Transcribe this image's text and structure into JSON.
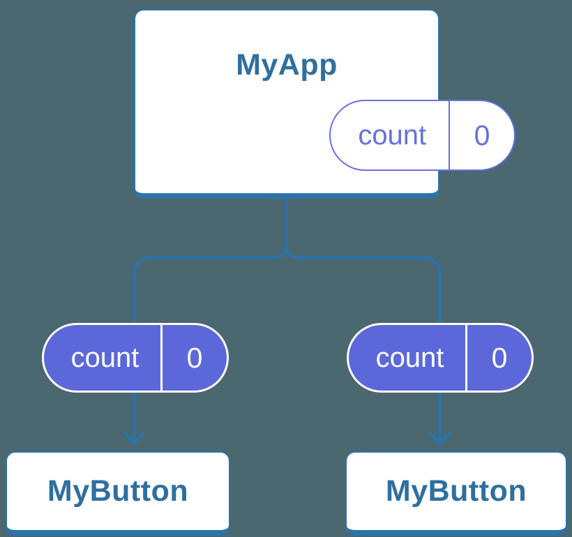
{
  "diagram": {
    "type": "component-tree",
    "root": {
      "label": "MyApp",
      "state": {
        "name": "count",
        "value": "0"
      }
    },
    "children": [
      {
        "label": "MyButton",
        "prop": {
          "name": "count",
          "value": "0"
        }
      },
      {
        "label": "MyButton",
        "prop": {
          "name": "count",
          "value": "0"
        }
      }
    ]
  },
  "colors": {
    "bg": "#4b6770",
    "line": "#2b74a9",
    "heading": "#2e6f9f",
    "purple-fill": "#5c68d9",
    "purple-stroke": "#6571e0",
    "card-bg": "#ffffff",
    "pill-text": "#ffffff"
  }
}
